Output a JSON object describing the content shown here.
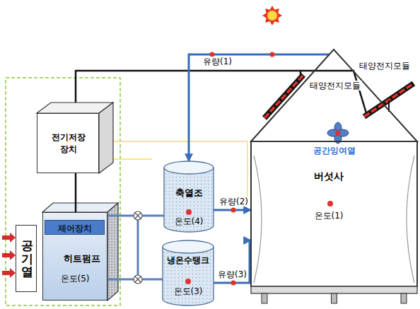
{
  "diagram": {
    "nodes": [
      {
        "text": [
          "전기저장 장치"
        ]
      },
      {
        "text": [
          "공기열"
        ]
      },
      {
        "text": [
          "히트펌프",
          "온도(5)"
        ]
      },
      {
        "text": [
          "제어장치"
        ],
        "in": 2
      },
      {
        "text": [
          "축열조",
          "온도(4)"
        ]
      },
      {
        "text": [
          "냉온수탱크",
          "온도(3)"
        ]
      },
      {
        "text": [
          "버섯사",
          "온도(1)"
        ]
      }
    ],
    "edges": [
      {
        "from": 0,
        "to": 2,
        "arrow": "none"
      },
      {
        "from": 2,
        "to": 4,
        "arrow": "none"
      },
      {
        "from": 2,
        "to": 5,
        "arrow": "none"
      },
      {
        "from": 6,
        "to": 4,
        "label": "유량(1)",
        "arrow": "to"
      },
      {
        "from": 4,
        "to": 6,
        "label": "유량(2)",
        "arrow": "to"
      },
      {
        "from": 5,
        "to": 6,
        "label": "유량(3)",
        "arrow": "to"
      }
    ],
    "labels": [
      "태양전지모듈",
      "태양전지모듈",
      "공간잉여열"
    ]
  }
}
